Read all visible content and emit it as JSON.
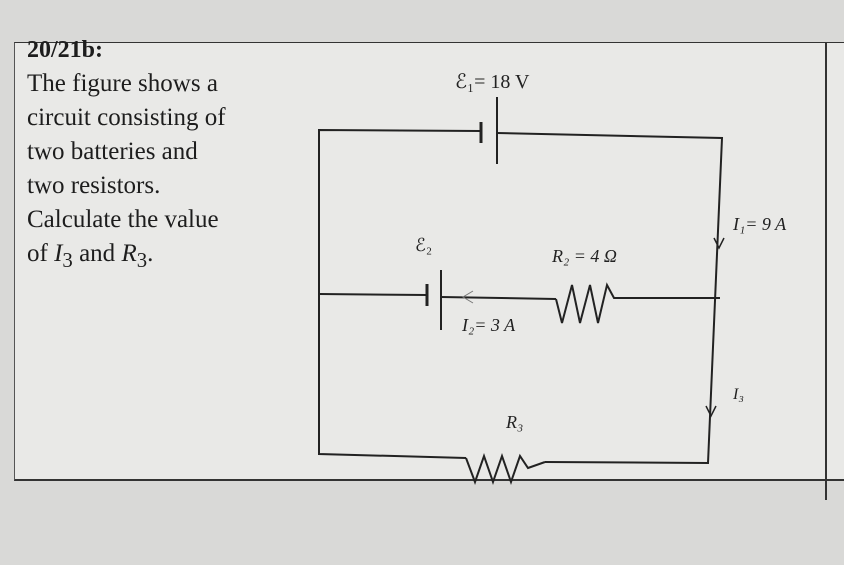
{
  "problem": {
    "title": "20/21b:",
    "lines": [
      "The figure shows a",
      "circuit consisting of",
      "two batteries and",
      "two resistors.",
      "Calculate the value"
    ],
    "last_line_prefix": "of",
    "unknown1": "I",
    "unknown1_sub": "3",
    "and": "and",
    "unknown2": "R",
    "unknown2_sub": "3",
    "period": "."
  },
  "circuit": {
    "emf1_label": "ℰ₁= 18 V",
    "emf2_label": "ℰ₂",
    "r2_label": "R₂ = 4 Ω",
    "r3_label": "R₃",
    "i1_label": "I₁= 9 A",
    "i2_label": "I₂= 3 A",
    "i3_label": "I₃"
  }
}
